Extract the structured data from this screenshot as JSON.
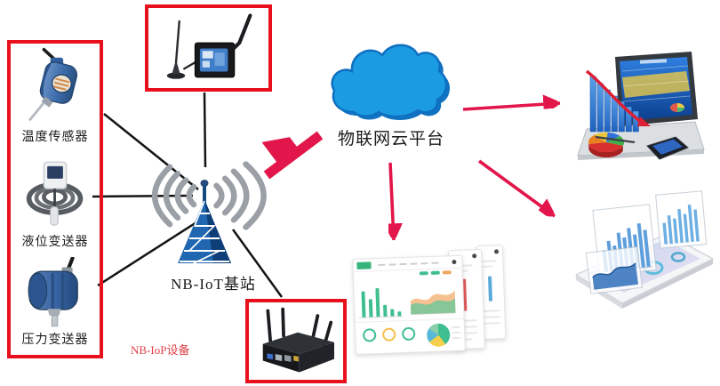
{
  "labels": {
    "sensors": [
      {
        "label": "温度传感器"
      },
      {
        "label": "液位变送器"
      },
      {
        "label": "压力变送器"
      }
    ],
    "base_station": "NB-IoT基站",
    "nb_device": "NB-IoP设备",
    "cloud": "物联网云平台"
  },
  "colors": {
    "highlight_box_red": "#e8101c",
    "arrow_red": "#e2164a",
    "connector_black": "#141414",
    "cloud_blue": "#1b9ce2",
    "cloud_edge_blue": "#0f6fc0",
    "tower_blue": "#1c60a8",
    "signal_arc_gray": "#9aa0a6",
    "nb_device_label_red": "#e04046",
    "dashboard_green": "#3fbf8f",
    "dashboard_orange": "#f0a860"
  },
  "figures": {
    "temperature_sensor": "wireless temperature sensor photo",
    "level_transmitter": "liquid level transmitter with coiled cable photo",
    "pressure_transmitter": "wireless pressure transmitter photo",
    "nb_dtu": "NB-IoT DTU terminal with magnetic antenna photo",
    "nb_router": "industrial NB-IoT router with four antennas photo",
    "base_station": "radio tower with signal waves",
    "cloud": "IoT cloud platform",
    "laptop": "laptop with analytics charts photo",
    "dashboard": "web dashboard screenshots",
    "tablet": "smartphone with floating 3D charts photo"
  }
}
